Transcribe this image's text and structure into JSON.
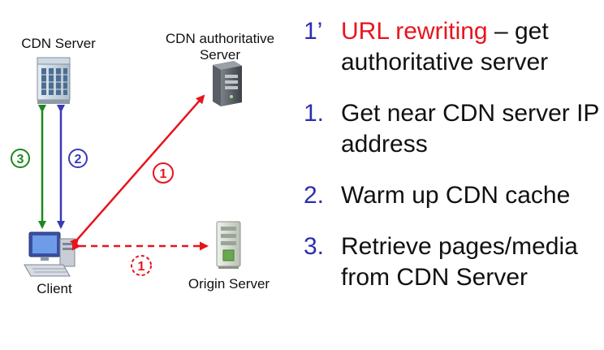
{
  "nodes": {
    "cdn_server": "CDN Server",
    "cdn_auth_line1": "CDN authoritative",
    "cdn_auth_line2": "Server",
    "client": "Client",
    "origin_server": "Origin Server"
  },
  "arrow_labels": {
    "green": "3",
    "blue": "2",
    "red_solid": "1",
    "red_dashed": "1"
  },
  "steps": [
    {
      "num": "1’",
      "highlight": "URL rewriting",
      "rest": " – get authoritative server"
    },
    {
      "num": "1.",
      "text": "Get near CDN server IP address"
    },
    {
      "num": "2.",
      "text": "Warm up CDN cache"
    },
    {
      "num": "3.",
      "text": "Retrieve pages/media from CDN Server"
    }
  ],
  "colors": {
    "green": "#1b8a1b",
    "blue": "#3a3ab8",
    "red": "#e8141d",
    "number_blue": "#2d2db0"
  },
  "icons": [
    "server-rack-icon",
    "tower-server-icon",
    "desktop-computer-icon",
    "origin-server-icon"
  ]
}
